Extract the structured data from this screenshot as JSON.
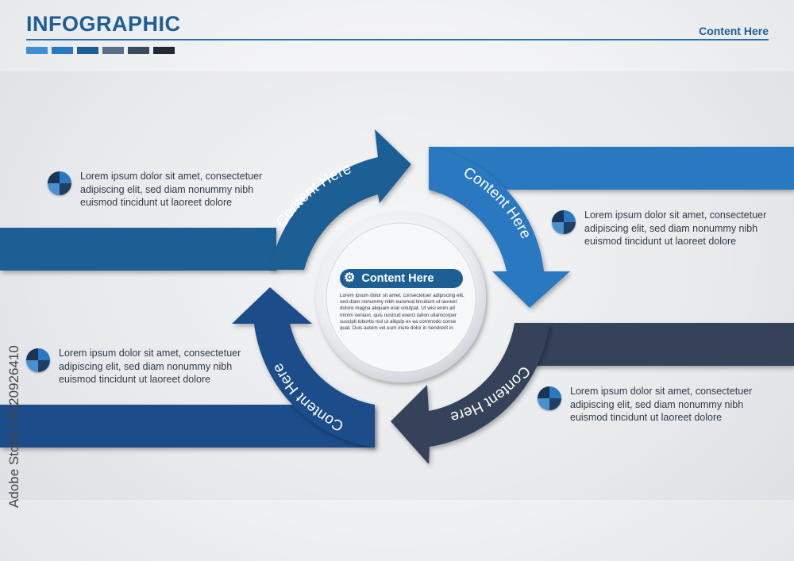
{
  "header": {
    "title": "INFOGRAPHIC",
    "link": "Content Here",
    "swatches": [
      "#3f8fd6",
      "#2a78c0",
      "#1d5f95",
      "#5a6e85",
      "#3b4a5c",
      "#222a33"
    ]
  },
  "arrows": [
    {
      "label": "Content Here",
      "color": "#1d5f95"
    },
    {
      "label": "Content Here",
      "color": "#2a78c0"
    },
    {
      "label": "Content Here",
      "color": "#34425a"
    },
    {
      "label": "Content Here",
      "color": "#1d4e8a"
    }
  ],
  "center": {
    "title": "Content  Here",
    "icon": "gear-icon",
    "body": "Lorem ipsum dolor sit amet, consectetuer adipiscing elit, sed diam nonummy nibh euismod tincidunt ut laoreet dolore magna aliquam erat volutpat. Ut wisi enim ad minim veniam, quis nostrud exerci tation ullamcorper suscipit lobortis nisl ut aliquip ex ea commodo conse quat. Duis autem vel eum iriure dolor in hendrerit in"
  },
  "info": [
    {
      "text": "Lorem ipsum dolor sit amet, consectetuer adipiscing elit, sed diam nonummy nibh euismod tincidunt ut laoreet dolore"
    },
    {
      "text": "Lorem ipsum dolor sit amet, consectetuer adipiscing elit, sed diam nonummy nibh euismod tincidunt ut laoreet dolore"
    },
    {
      "text": "Lorem ipsum dolor sit amet, consectetuer adipiscing elit, sed diam nonummy nibh euismod tincidunt ut laoreet dolore"
    },
    {
      "text": "Lorem ipsum dolor sit amet, consectetuer adipiscing elit, sed diam nonummy nibh euismod tincidunt ut laoreet dolore"
    }
  ],
  "watermark": {
    "side_text": "Adobe Stock | #520926410"
  }
}
